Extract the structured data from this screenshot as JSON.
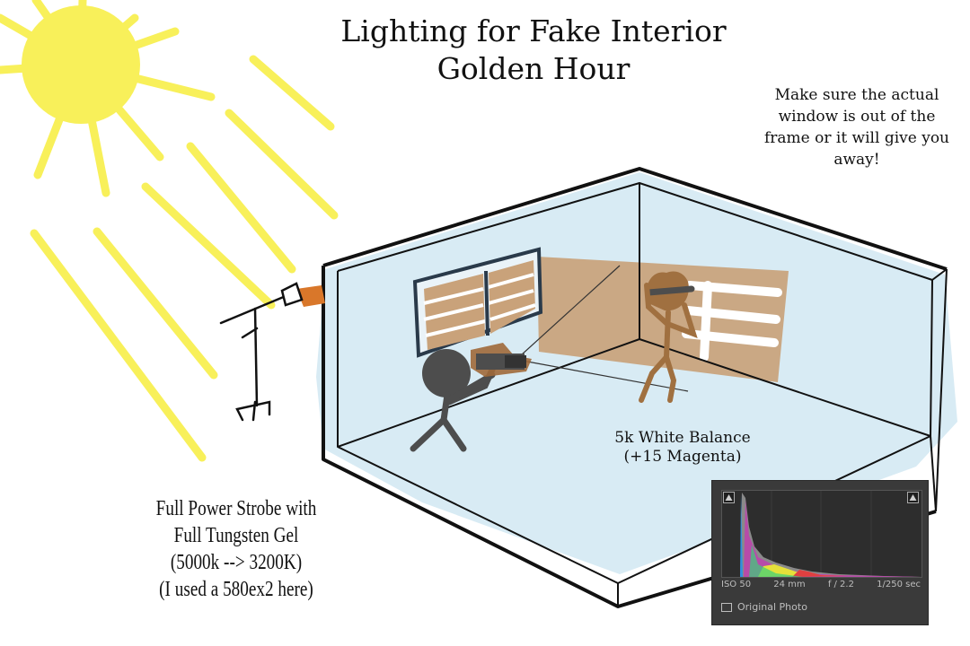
{
  "title": {
    "line1": "Lighting for Fake Interior",
    "line2": "Golden Hour"
  },
  "note": {
    "lines": [
      "Make sure the actual",
      "window is out of the",
      "frame or it will give you",
      "away!"
    ]
  },
  "white_balance": {
    "line1": "5k White Balance",
    "line2": "(+15 Magenta)"
  },
  "strobe_note": {
    "lines": [
      "Full Power Strobe with",
      "Full Tungsten Gel",
      "(5000k --> 3200K)",
      "(I used a 580ex2 here)"
    ]
  },
  "histogram": {
    "iso": "ISO 50",
    "focal": "24 mm",
    "aperture": "f / 2.2",
    "shutter": "1/250 sec",
    "original_photo": "Original Photo"
  },
  "colors": {
    "sun": "#f8f05a",
    "room_fill": "#d8ebf4",
    "light_patch": "#c9a27a",
    "gel": "#d9772a",
    "figure": "#4d4d4d",
    "camera": "#a0693a",
    "subject": "#a07040"
  }
}
